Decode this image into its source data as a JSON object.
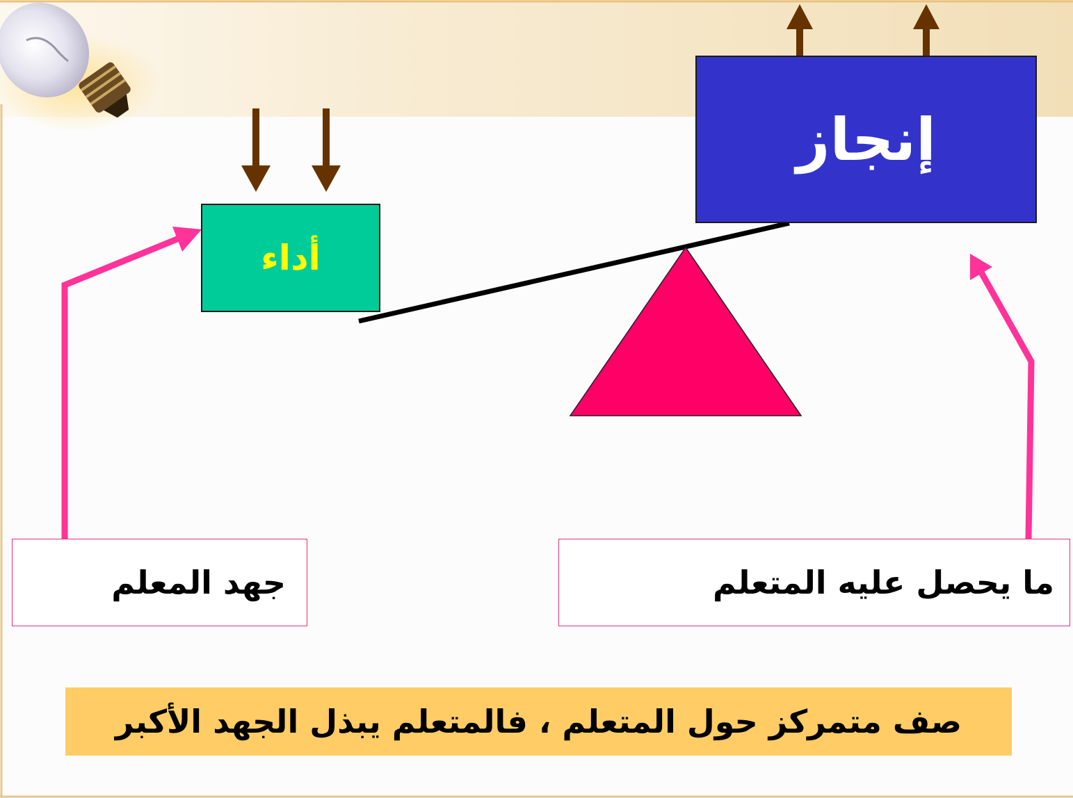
{
  "boxes": {
    "achievement": "إنجاز",
    "performance": "أداء",
    "teacher_effort": "جهد المعلم",
    "learner_gain": "ما يحصل عليه المتعلم"
  },
  "caption": "صف متمركز حول المتعلم ، فالمتعلم يبذل الجهد الأكبر",
  "icons": [
    "light-bulb-icon"
  ],
  "colors": {
    "achievement_box": "#3333cc",
    "performance_box": "#00cc99",
    "performance_text": "#ffff00",
    "fulcrum": "#ff0066",
    "pink_arrow": "#ff3399",
    "brown_arrow": "#663300",
    "caption_bg": "#ffcc66",
    "header_band": "#f5e8cf"
  }
}
